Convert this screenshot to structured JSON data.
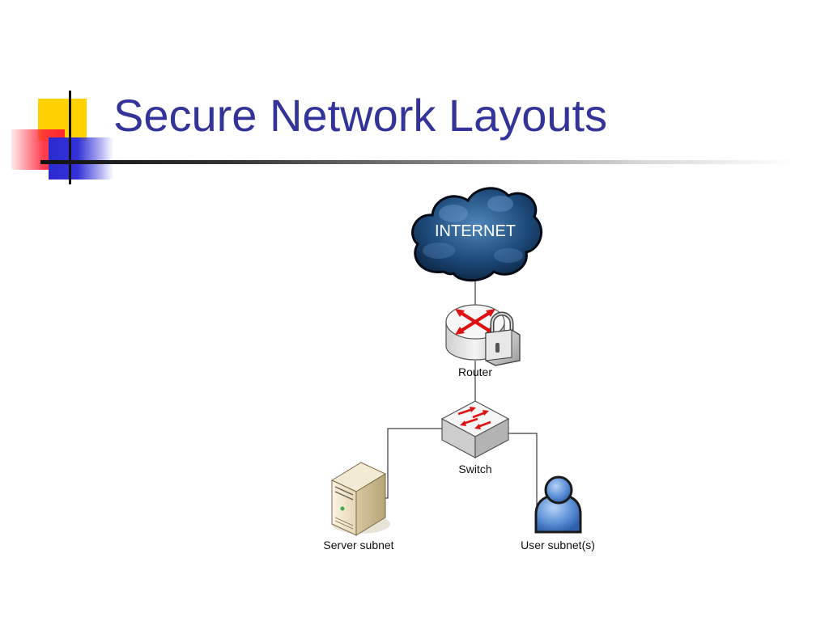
{
  "title": "Secure Network Layouts",
  "nodes": {
    "internet": {
      "label": "INTERNET",
      "icon": "cloud-icon"
    },
    "router": {
      "label": "Router",
      "icon": "router-lock-icon"
    },
    "switch": {
      "label": "Switch",
      "icon": "switch-icon"
    },
    "server": {
      "label": "Server subnet",
      "icon": "server-icon"
    },
    "user": {
      "label": "User subnet(s)",
      "icon": "user-icon"
    }
  },
  "edges": [
    {
      "from": "internet",
      "to": "router"
    },
    {
      "from": "router",
      "to": "switch"
    },
    {
      "from": "switch",
      "to": "server"
    },
    {
      "from": "switch",
      "to": "user"
    }
  ],
  "colors": {
    "title": "#333399",
    "cloud": "#1e4a78",
    "router_arrows": "#dd1111",
    "user": "#5b8fd6"
  }
}
